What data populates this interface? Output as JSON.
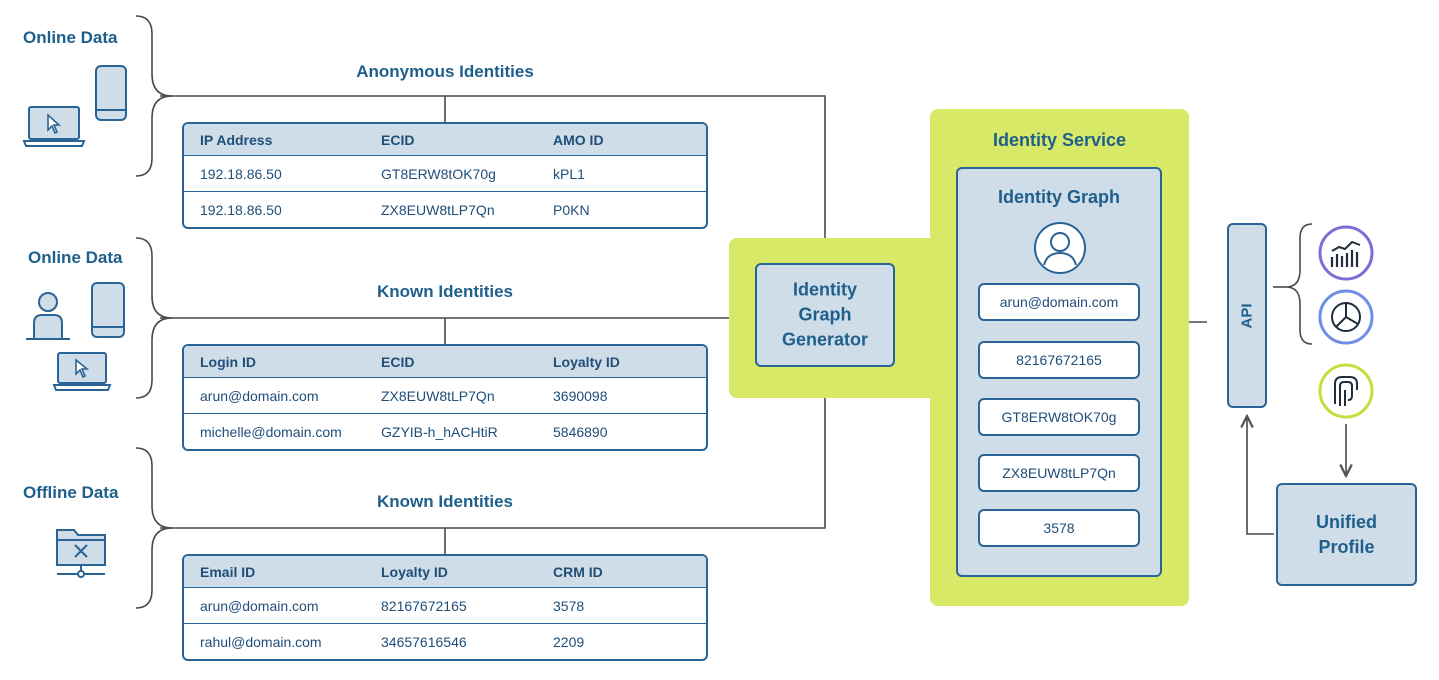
{
  "sources": [
    {
      "title": "Online Data"
    },
    {
      "title": "Online Data"
    },
    {
      "title": "Offline Data"
    }
  ],
  "sections": [
    {
      "title": "Anonymous Identities",
      "columns": [
        "IP Address",
        "ECID",
        "AMO ID"
      ],
      "rows": [
        [
          "192.18.86.50",
          "GT8ERW8tOK70g",
          "kPL1"
        ],
        [
          "192.18.86.50",
          "ZX8EUW8tLP7Qn",
          "P0KN"
        ]
      ]
    },
    {
      "title": "Known Identities",
      "columns": [
        "Login ID",
        "ECID",
        "Loyalty ID"
      ],
      "rows": [
        [
          "arun@domain.com",
          "ZX8EUW8tLP7Qn",
          "3690098"
        ],
        [
          "michelle@domain.com",
          "GZYIB-h_hACHtiR",
          "5846890"
        ]
      ]
    },
    {
      "title": "Known Identities",
      "columns": [
        "Email ID",
        "Loyalty ID",
        "CRM ID"
      ],
      "rows": [
        [
          "arun@domain.com",
          "82167672165",
          "3578"
        ],
        [
          "rahul@domain.com",
          "34657616546",
          "2209"
        ]
      ]
    }
  ],
  "generator": {
    "lines": [
      "Identity",
      "Graph",
      "Generator"
    ]
  },
  "service": {
    "title": "Identity Service",
    "graph_title": "Identity Graph",
    "ids": [
      "arun@domain.com",
      "82167672165",
      "GT8ERW8tOK70g",
      "ZX8EUW8tLP7Qn",
      "3578"
    ]
  },
  "api": {
    "label": "API"
  },
  "unified_profile": {
    "lines": [
      "Unified",
      "Profile"
    ]
  },
  "colors": {
    "primary": "#1f5f8b",
    "stroke": "#2a6496",
    "box_fill": "#cfdde8",
    "highlight": "#d8e968",
    "app_purple": "#7b6fd6",
    "app_blue": "#6f8fe6",
    "app_lime": "#c8dc3c"
  },
  "icons": {
    "sources": [
      [
        "laptop-cursor-icon",
        "mobile-phone-icon"
      ],
      [
        "user-icon",
        "mobile-phone-icon",
        "laptop-cursor-icon"
      ],
      [
        "network-folder-icon"
      ]
    ],
    "apps": [
      "analytics-app-icon",
      "pie-chart-app-icon",
      "journey-app-icon"
    ],
    "profile": "user-avatar-icon"
  }
}
